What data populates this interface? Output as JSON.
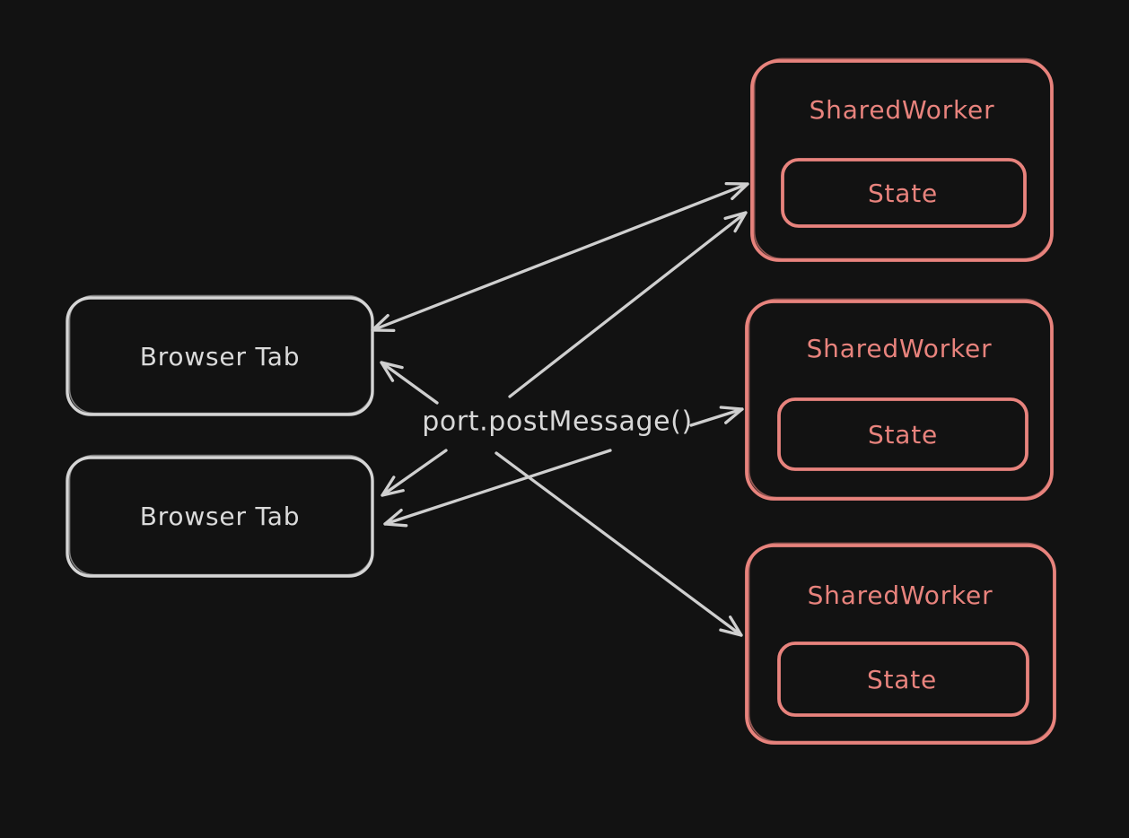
{
  "canvas": {
    "background": "#121212"
  },
  "colors": {
    "light_stroke": "#d5d5d5",
    "accent_stroke": "#e8837d",
    "arrow": "#cfcfcf"
  },
  "center_label": "port.postMessage()",
  "browser_tabs": [
    {
      "label": "Browser Tab"
    },
    {
      "label": "Browser Tab"
    }
  ],
  "shared_workers": [
    {
      "label": "SharedWorker",
      "state_label": "State"
    },
    {
      "label": "SharedWorker",
      "state_label": "State"
    },
    {
      "label": "SharedWorker",
      "state_label": "State"
    }
  ],
  "connections": [
    {
      "from": "browser-tab-1",
      "to": "shared-worker-1",
      "bidirectional": true
    },
    {
      "from": "center-label",
      "to": "browser-tab-1",
      "bidirectional": false
    },
    {
      "from": "center-label",
      "to": "shared-worker-1",
      "bidirectional": false
    },
    {
      "from": "center-label",
      "to": "shared-worker-2",
      "bidirectional": false
    },
    {
      "from": "center-label",
      "to": "browser-tab-2",
      "bidirectional": false
    },
    {
      "from": "center-label",
      "to": "browser-tab-2",
      "bidirectional": false
    },
    {
      "from": "center-label",
      "to": "shared-worker-3",
      "bidirectional": false
    }
  ]
}
